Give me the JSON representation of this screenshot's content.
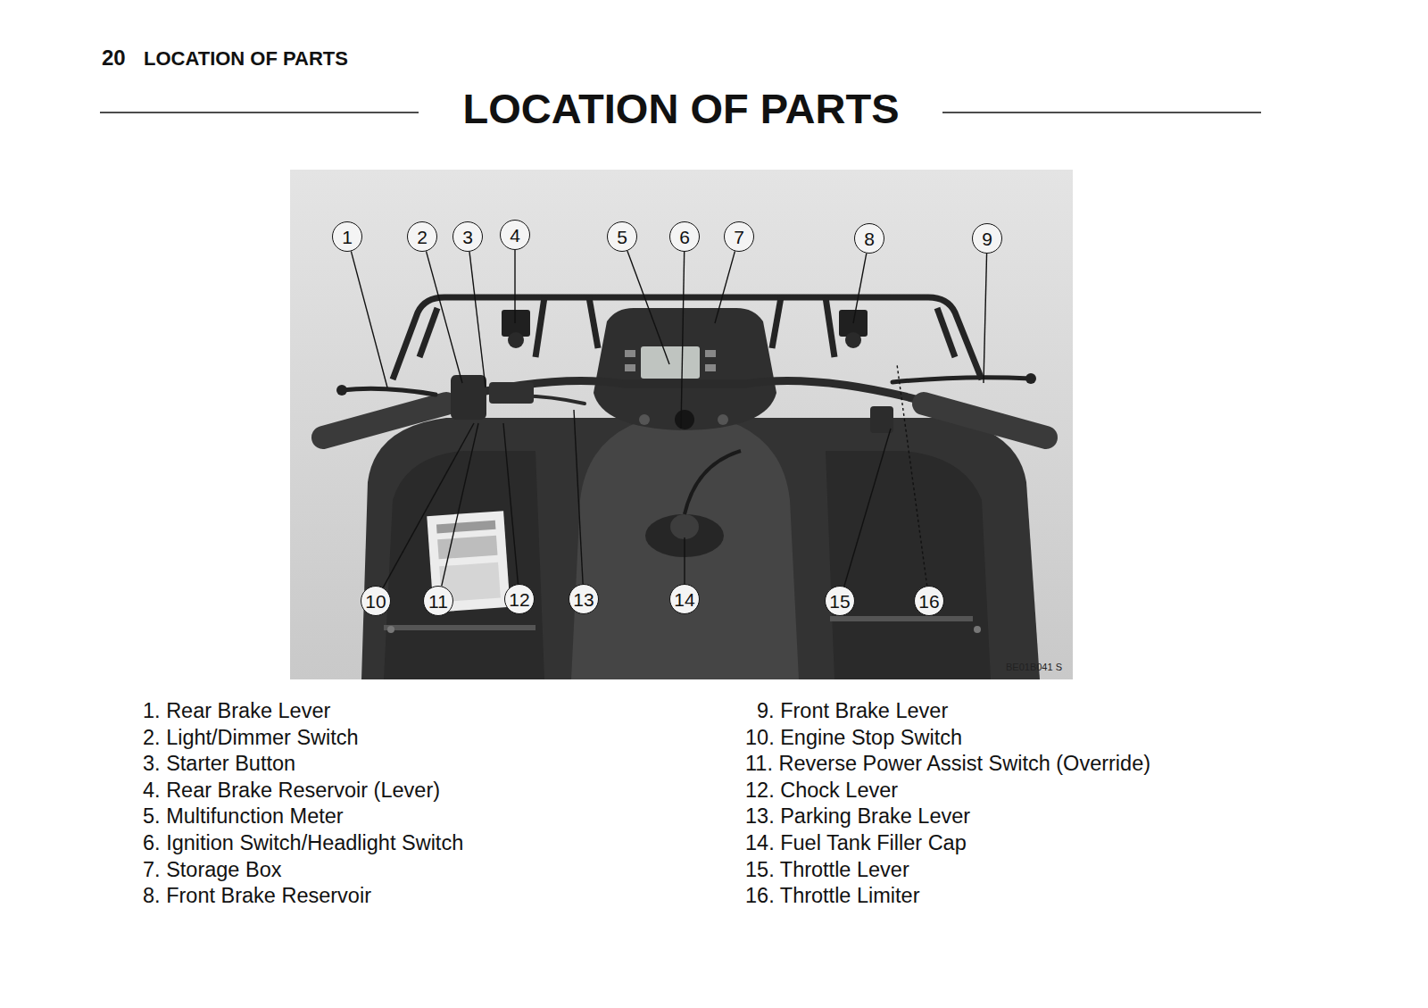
{
  "diagram": {
    "title": "LOCATION OF PARTS",
    "nodes": [
      {
        "text": [
          "1"
        ]
      },
      {
        "text": [
          "2"
        ]
      },
      {
        "text": [
          "3"
        ]
      },
      {
        "text": [
          "4"
        ]
      },
      {
        "text": [
          "5"
        ]
      },
      {
        "text": [
          "6"
        ]
      },
      {
        "text": [
          "7"
        ]
      },
      {
        "text": [
          "8"
        ]
      },
      {
        "text": [
          "9"
        ]
      },
      {
        "text": [
          "10"
        ]
      },
      {
        "text": [
          "11"
        ]
      },
      {
        "text": [
          "12"
        ]
      },
      {
        "text": [
          "13"
        ]
      },
      {
        "text": [
          "14"
        ]
      },
      {
        "text": [
          "15"
        ]
      },
      {
        "text": [
          "16"
        ]
      }
    ],
    "labels": [
      "20",
      "LOCATION OF PARTS",
      "BE01B041 S",
      "1. Rear Brake Lever",
      "2. Light/Dimmer Switch",
      "3. Starter Button",
      "4. Rear Brake Reservoir (Lever)",
      "5. Multifunction Meter",
      "6. Ignition Switch/Headlight Switch",
      "7. Storage Box",
      "8. Front Brake Reservoir",
      "9. Front Brake Lever",
      "10. Engine Stop Switch",
      "11. Reverse Power Assist Switch (Override)",
      "12. Chock Lever",
      "13. Parking Brake Lever",
      "14. Fuel Tank Filler Cap",
      "15. Throttle Lever",
      "16. Throttle Limiter"
    ]
  }
}
